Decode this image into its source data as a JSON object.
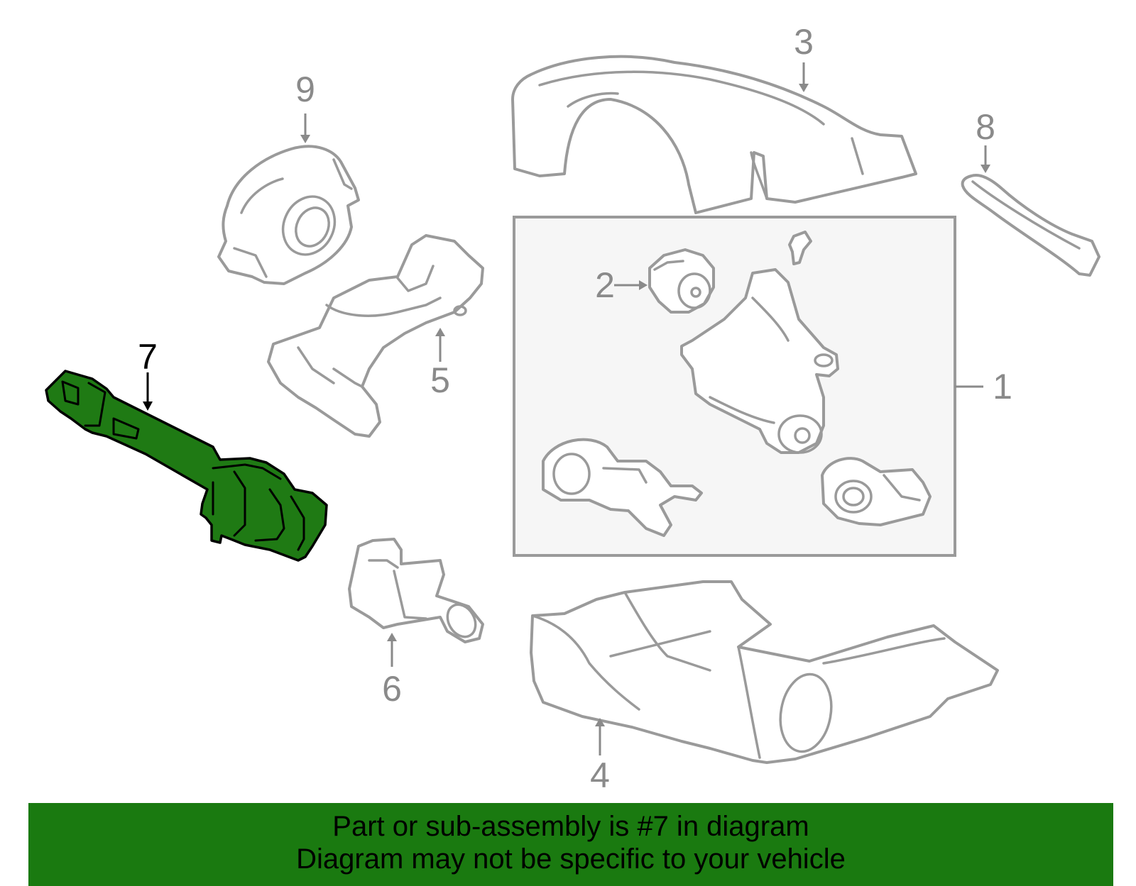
{
  "callouts": {
    "c1": "1",
    "c2": "2",
    "c3": "3",
    "c4": "4",
    "c5": "5",
    "c6": "6",
    "c7": "7",
    "c8": "8",
    "c9": "9"
  },
  "highlighted_part": "7",
  "colors": {
    "highlight": "#1f7a14",
    "footer": "#1a7a10",
    "outline": "#9a9a9a"
  },
  "footer": {
    "line1": "Part or sub-assembly is #7 in diagram",
    "line2": "Diagram may not be specific to your vehicle"
  }
}
